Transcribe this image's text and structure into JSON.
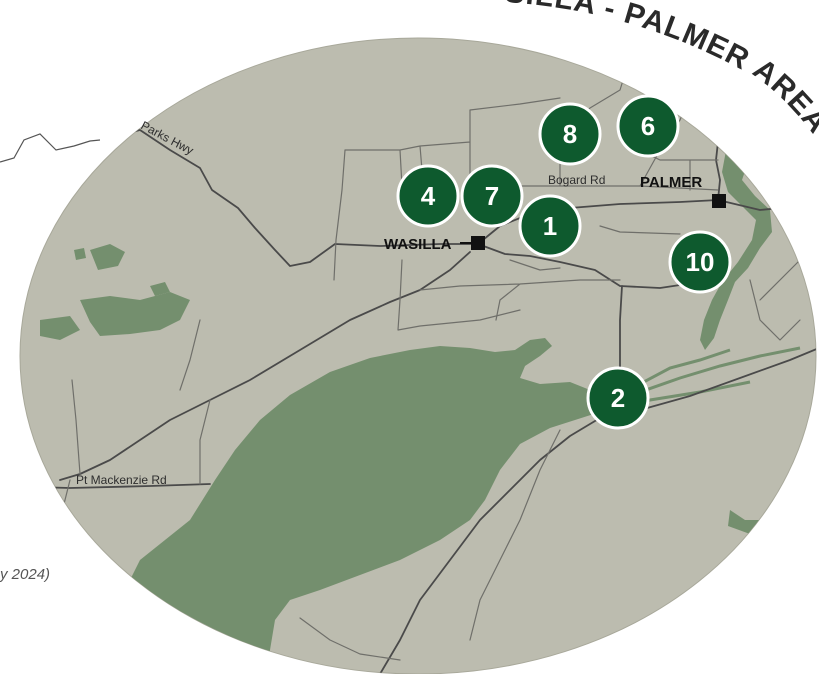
{
  "map": {
    "title": "SILLA - PALMER AREA",
    "credit_fragment": "y 2024)",
    "colors": {
      "land": "#bcbcaf",
      "water": "#748f6e",
      "marker": "#0e5a2e",
      "road": "#4a4a4a"
    },
    "cities": [
      {
        "name": "WASILLA"
      },
      {
        "name": "PALMER"
      }
    ],
    "roads": [
      {
        "name": "Parks Hwy"
      },
      {
        "name": "Bogard Rd"
      },
      {
        "name": "Pt Mackenzie Rd"
      }
    ],
    "markers": [
      {
        "number": "1"
      },
      {
        "number": "2"
      },
      {
        "number": "4"
      },
      {
        "number": "6"
      },
      {
        "number": "7"
      },
      {
        "number": "8"
      },
      {
        "number": "10"
      }
    ]
  }
}
